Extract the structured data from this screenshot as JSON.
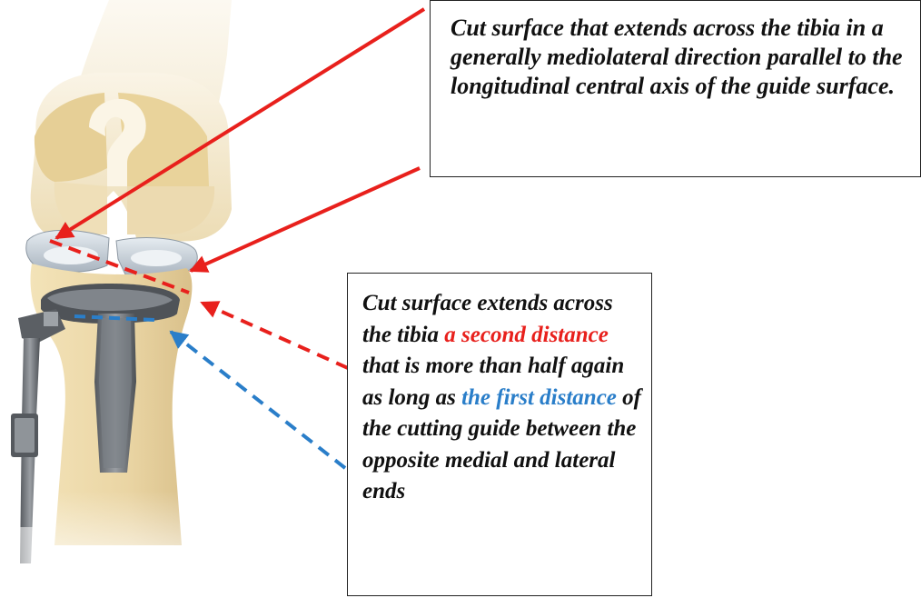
{
  "callouts": {
    "top": {
      "text": "Cut surface that extends across the tibia in a generally mediolateral direction parallel to the longitudinal central axis of the guide surface."
    },
    "bottom": {
      "part1": "Cut surface extends across the tibia ",
      "highlight_red": "a second distance",
      "part2": " that is more than half again as long as ",
      "highlight_blue": "the first distance",
      "part3": " of the cutting guide between the opposite medial and lateral ends"
    }
  },
  "colors": {
    "arrow_red": "#e8201c",
    "arrow_blue": "#2a7ec9",
    "bone": "#eedcb0",
    "metal": "#6f7378",
    "meniscus": "#c9d2da"
  },
  "icons": {
    "arrow": "arrowhead",
    "illustration": "knee-joint-with-tibial-cutting-guide"
  }
}
